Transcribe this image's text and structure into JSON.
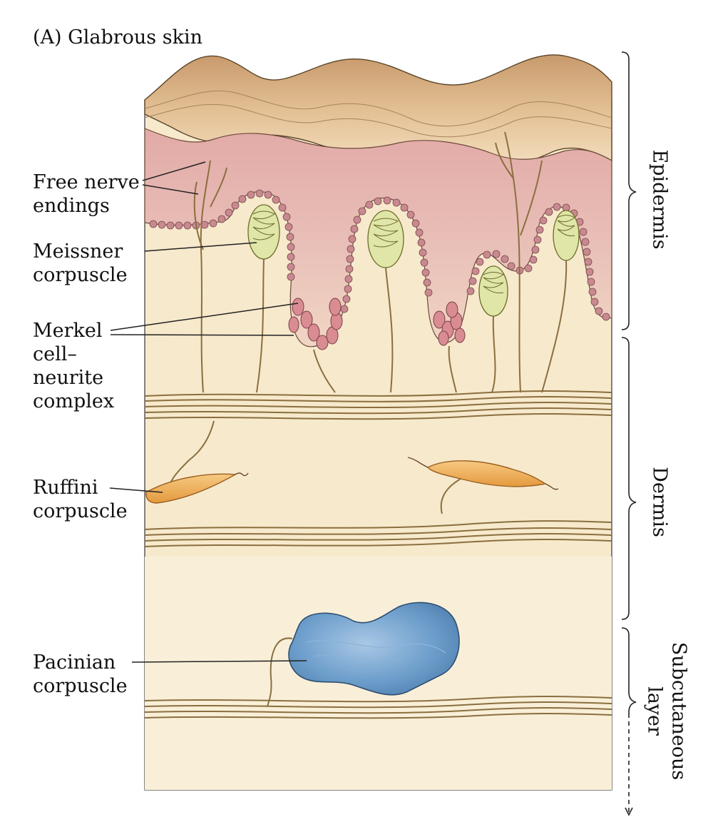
{
  "figure": {
    "panel_title": "(A)  Glabrous skin",
    "structures": {
      "free_nerve_endings": [
        "Free nerve",
        "endings"
      ],
      "meissner": [
        "Meissner",
        "corpuscle"
      ],
      "merkel": [
        "Merkel",
        "cell–",
        "neurite",
        "complex"
      ],
      "ruffini": [
        "Ruffini",
        "corpuscle"
      ],
      "pacinian": [
        "Pacinian",
        "corpuscle"
      ]
    },
    "layers": {
      "epidermis": "Epidermis",
      "dermis": "Dermis",
      "subcutaneous": [
        "Subcutaneous",
        "layer"
      ]
    }
  },
  "colors": {
    "epidermis_pink": "#e6b8b2",
    "dermis_cream": "#f7e7c6",
    "stratum_corneum": "#d6ab7f",
    "nerve": "#8a6f3f",
    "meissner_green": "#dfe6a8",
    "merkel_pink": "#d98c92",
    "ruffini_orange": "#f0b35a",
    "pacinian_blue": "#6f9fcc",
    "text": "#111111"
  }
}
